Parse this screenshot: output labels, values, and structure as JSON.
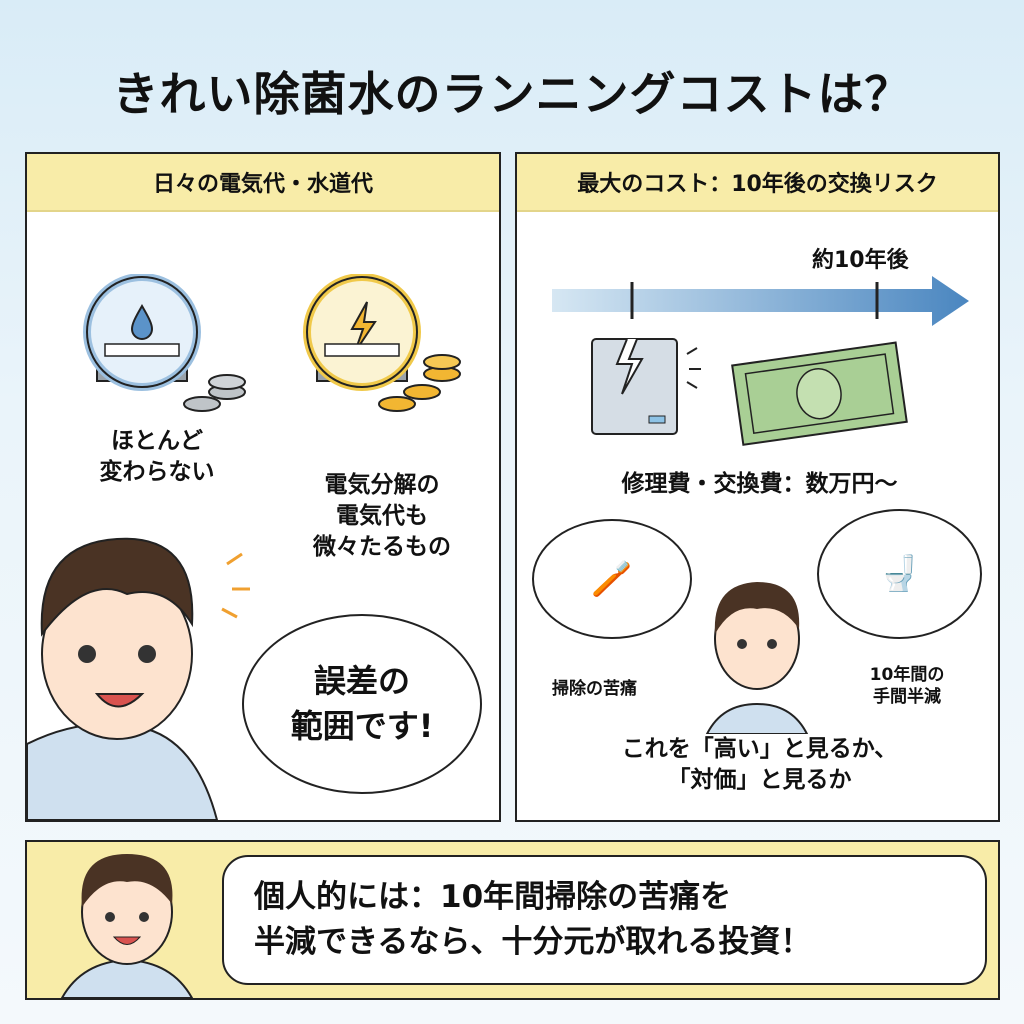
{
  "title": "きれい除菌水のランニングコストは？",
  "left_panel": {
    "header": "日々の電気代・水道代",
    "water": {
      "line1": "ほとんど",
      "line2": "変わらない"
    },
    "electric": {
      "line1": "電気分解の",
      "line2": "電気代も",
      "line3": "微々たるもの"
    },
    "speech": {
      "line1": "誤差の",
      "line2": "範囲です!"
    }
  },
  "right_panel": {
    "header": "最大のコスト：10年後の交換リスク",
    "timeline_label": "約10年後",
    "cost_label": "修理費・交換費：数万円～",
    "left_thought": "掃除の苦痛",
    "right_thought": {
      "line1": "10年間の",
      "line2": "手間半減"
    },
    "question": {
      "line1": "これを「高い」と見るか、",
      "line2": "「対価」と見るか"
    }
  },
  "bottom_panel": {
    "line1": "個人的には：10年間掃除の苦痛を",
    "line2": "半減できるなら、十分元が取れる投資！"
  },
  "colors": {
    "header_yellow": "#f8eca8",
    "arrow_blue": "#4a86c0",
    "bill_green": "#a9cf95"
  }
}
